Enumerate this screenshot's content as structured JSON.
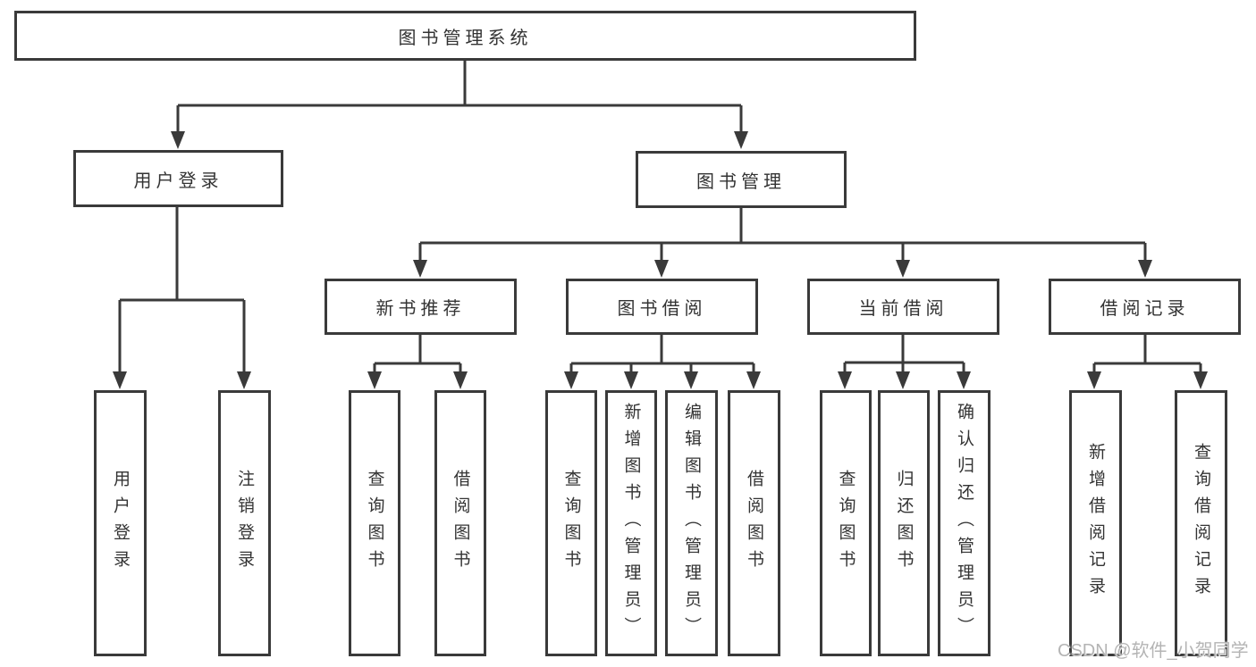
{
  "tree": {
    "label": "图书管理系统",
    "children": [
      {
        "label": "用户登录",
        "children": [
          {
            "label": "用户登录"
          },
          {
            "label": "注销登录"
          }
        ]
      },
      {
        "label": "图书管理",
        "children": [
          {
            "label": "新书推荐",
            "children": [
              {
                "label": "查询图书"
              },
              {
                "label": "借阅图书"
              }
            ]
          },
          {
            "label": "图书借阅",
            "children": [
              {
                "label": "查询图书"
              },
              {
                "label": "新增图书（管理员）"
              },
              {
                "label": "编辑图书（管理员）"
              },
              {
                "label": "借阅图书"
              }
            ]
          },
          {
            "label": "当前借阅",
            "children": [
              {
                "label": "查询图书"
              },
              {
                "label": "归还图书"
              },
              {
                "label": "确认归还（管理员）"
              }
            ]
          },
          {
            "label": "借阅记录",
            "children": [
              {
                "label": "新增借阅记录"
              },
              {
                "label": "查询借阅记录"
              }
            ]
          }
        ]
      }
    ]
  },
  "watermark": {
    "text": "CSDN @软件_小贺同学"
  },
  "colors": {
    "line": "#3a3a3a",
    "text": "#333333",
    "background": "#ffffff",
    "watermark": "#b4b4b4"
  }
}
